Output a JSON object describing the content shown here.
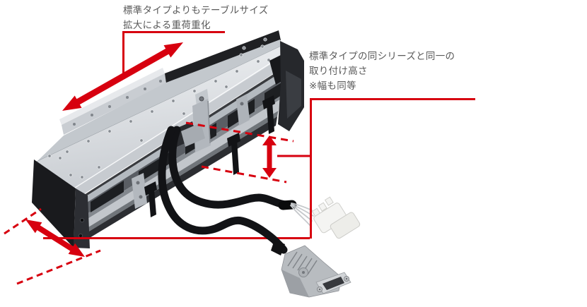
{
  "figure": {
    "background_color": "#ffffff",
    "annotation_color": "#d7000f",
    "text_color": "#595959",
    "callouts": {
      "table_size": {
        "lines": [
          "標準タイプよりもテーブルサイズ",
          "拡大による重荷重化"
        ]
      },
      "mounting_height": {
        "lines": [
          "標準タイプの同シリーズと同一の",
          "取り付け高さ",
          "※幅も同等"
        ]
      }
    },
    "icons": {
      "stroke_direction_arrow": "red-double-arrow-diagonal",
      "table_width_arrow": "red-double-arrow-diagonal",
      "mounting_height_arrow": "red-double-arrow-vertical"
    }
  }
}
